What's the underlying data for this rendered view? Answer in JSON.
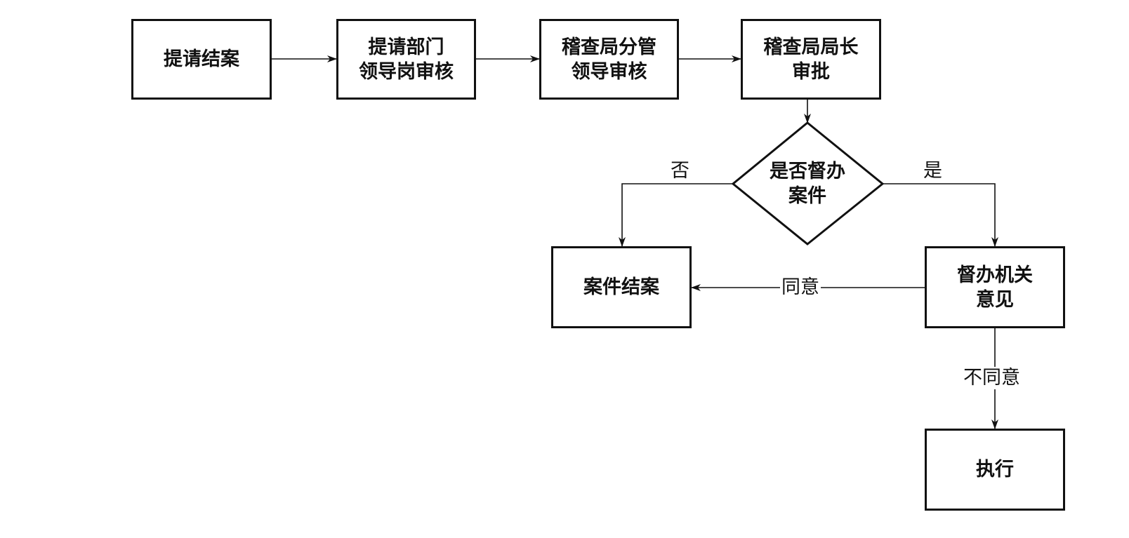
{
  "nodes": {
    "submit_close": {
      "lines": [
        "提请结案"
      ]
    },
    "dept_review": {
      "lines": [
        "提请部门",
        "领导岗审核"
      ]
    },
    "deputy_review": {
      "lines": [
        "稽查局分管",
        "领导审核"
      ]
    },
    "director_approval": {
      "lines": [
        "稽查局局长",
        "审批"
      ]
    },
    "supervised_decision": {
      "lines": [
        "是否督办",
        "案件"
      ]
    },
    "case_closed": {
      "lines": [
        "案件结案"
      ]
    },
    "supervising_opinion": {
      "lines": [
        "督办机关",
        "意见"
      ]
    },
    "execute": {
      "lines": [
        "执行"
      ]
    }
  },
  "edge_labels": {
    "no": "否",
    "yes": "是",
    "agree": "同意",
    "disagree": "不同意"
  },
  "colors": {
    "stroke": "#111111",
    "background": "#ffffff"
  }
}
